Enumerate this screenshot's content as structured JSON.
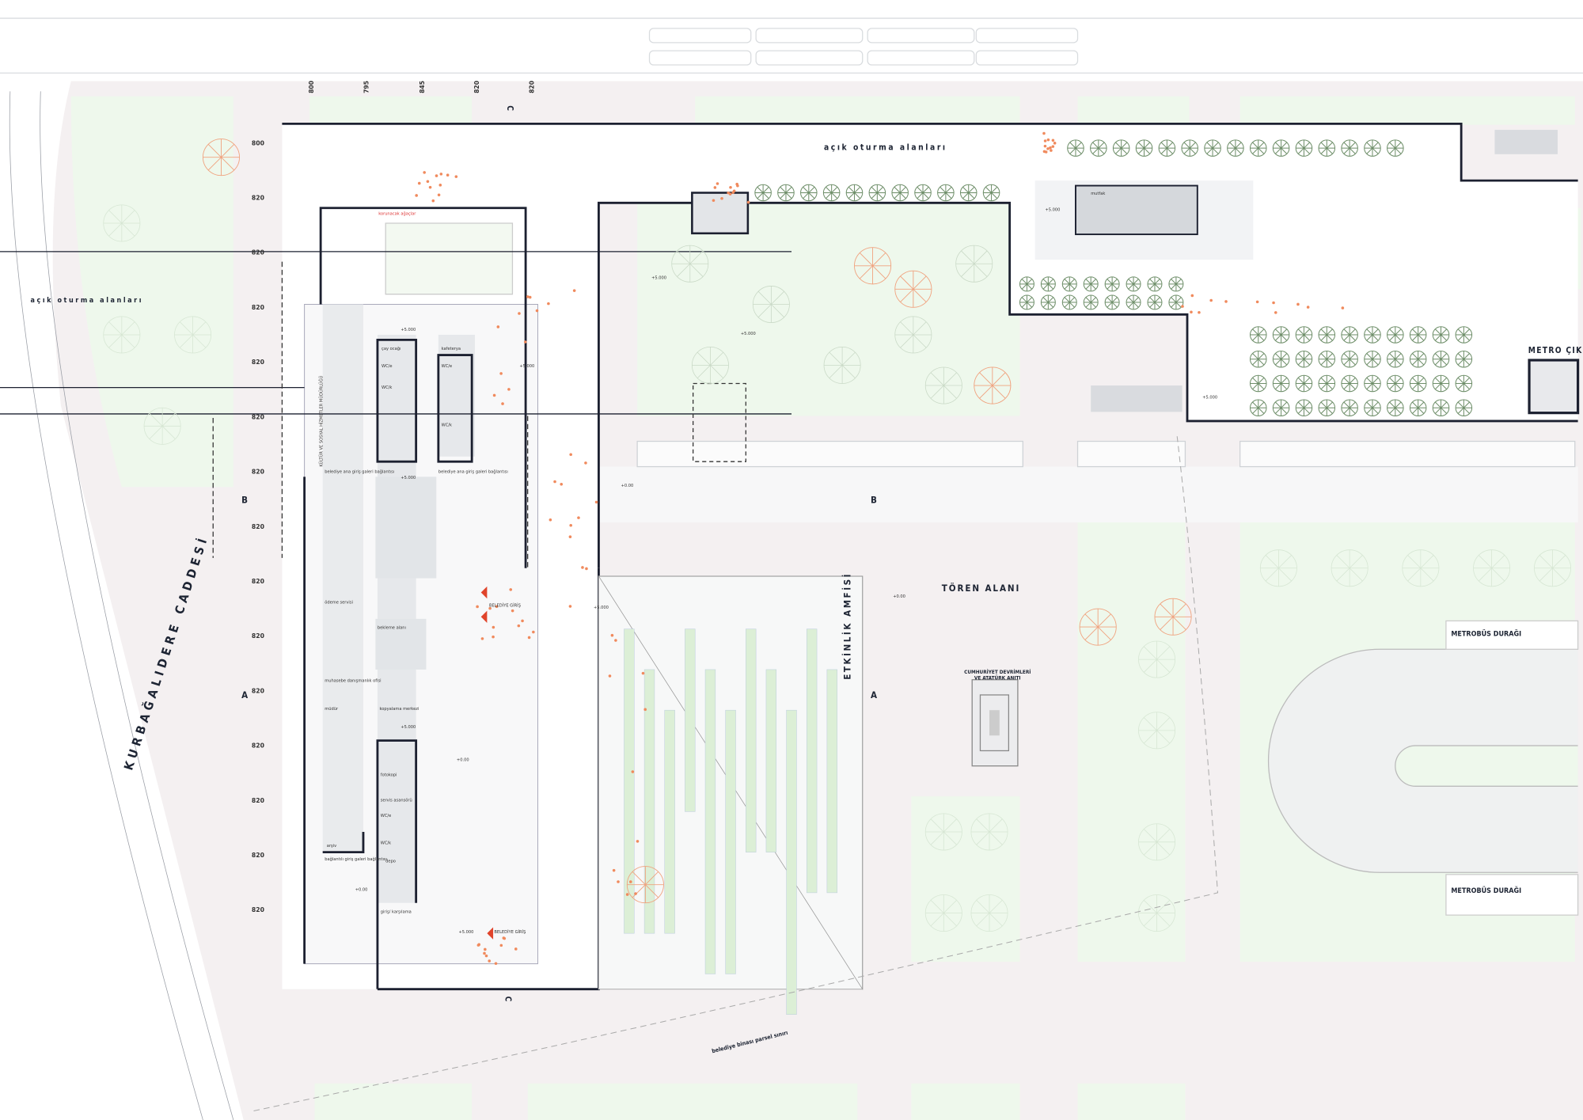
{
  "title": "Belediye binası vaziyet planı",
  "areas": {
    "open_seating_top": "açık oturma alanları",
    "open_seating_left": "açık oturma alanları",
    "ceremony": "TÖREN ALANI",
    "amphitheater": "ETKİNLİK AMFİSİ",
    "monument": [
      "CUMHURİYET DEVRİMLERİ",
      "VE ATATÜRK ANITI"
    ],
    "metrobus_top": "METROBÜS DURAĞI",
    "metrobus_bottom": "METROBÜS DURAĞI",
    "metro_exit": "METRO ÇIK",
    "street": "KURBAĞALIDERE CADDESİ",
    "parcel_boundary": "belediye binası parsel sınırı",
    "preserved_trees": "korunacak ağaçlar"
  },
  "rooms": {
    "tea": "çay ocağı",
    "cafe": "kafeterya",
    "wc_e1": "WC/e",
    "wc_k1": "WC/k",
    "wc_e2": "WC/e",
    "wc_k2": "WC/k",
    "gallery_link_1": "belediye ana giriş galeri bağlantısı",
    "gallery_link_2": "belediye ana giriş galeri bağlantısı",
    "directorate": "KÜLTÜR VE SOSYAL HİZMETLER MÜDÜRLÜĞÜ",
    "waiting": "bekleme alanı",
    "copy": "kopyalama merkezi",
    "accounting": "muhasebe danışmanlık ofisi",
    "manager": "müdür",
    "photocopy": "fotokopi",
    "service_elevator": "servis asansörü",
    "archive": "arşiv",
    "storage": "depo",
    "link_gallery": "bağlantılı giriş galeri bağlantısı",
    "reception": "giriş/ karşılama",
    "kitchen": "mutfak",
    "entrance_1": "BELEDİYE GİRİŞ",
    "entrance_2": "BELEDİYE GİRİŞ",
    "assistant": "ödeme servisi"
  },
  "dimensions": {
    "top": [
      "800",
      "795",
      "845",
      "820",
      "820"
    ],
    "left": [
      "800",
      "820",
      "820",
      "820",
      "820",
      "820",
      "820",
      "820",
      "820",
      "820",
      "820",
      "820",
      "820",
      "820",
      "820"
    ]
  },
  "elevations": {
    "e1": "+5.000",
    "e2": "+5.000",
    "e3": "+5.000",
    "e4": "+5.000",
    "e5": "+5.000",
    "e6": "+5.000",
    "e7": "+5.000",
    "e8": "+0.00",
    "e9": "+0.00",
    "e10": "+5.000",
    "e11": "+0.00",
    "e12": "+0.00",
    "e13": "+5.000",
    "e14": "+5.000"
  },
  "section_marks": {
    "a": "A",
    "b": "B",
    "c": "C"
  },
  "colors": {
    "ground": "#f4f0f1",
    "green": "#dff5d8",
    "wall": "#1c2030",
    "people": "#f08a5d",
    "entrance": "#e0442b"
  }
}
